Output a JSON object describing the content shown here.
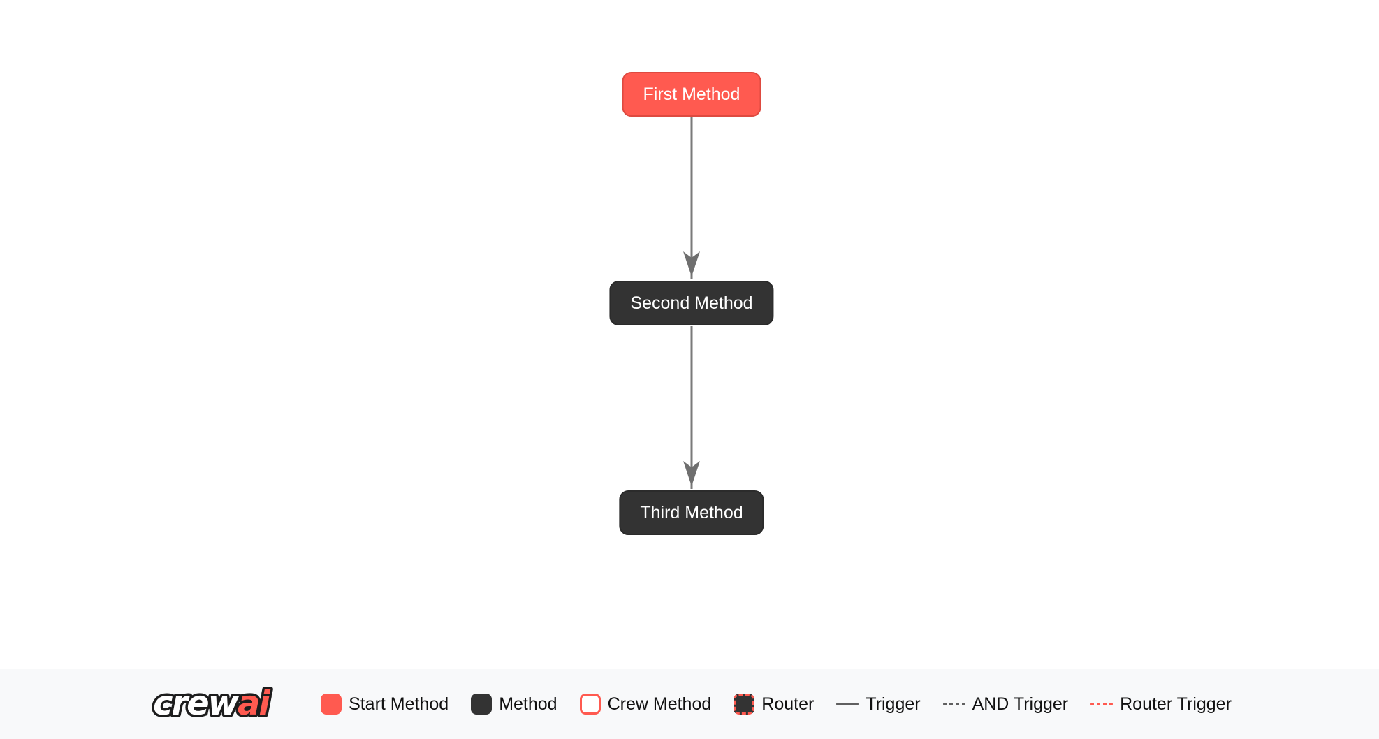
{
  "colors": {
    "accent-red": "#FF5A50",
    "accent-red-border": "#DE4A40",
    "node-dark": "#333333",
    "node-dark-border": "#2B2B2B",
    "node-text": "#FFFFFF",
    "edge-gray": "#7A7A7A",
    "arrowhead-gray": "#6F6F6F",
    "legend-bg": "#F8F9FA",
    "legend-line-gray": "#606060",
    "text-dark": "#111111"
  },
  "diagram": {
    "type": "flow",
    "nodes": [
      {
        "id": "first_method",
        "label": "First Method",
        "type": "start"
      },
      {
        "id": "second_method",
        "label": "Second Method",
        "type": "method"
      },
      {
        "id": "third_method",
        "label": "Third Method",
        "type": "method"
      }
    ],
    "edges": [
      {
        "from": "first_method",
        "to": "second_method",
        "type": "trigger"
      },
      {
        "from": "second_method",
        "to": "third_method",
        "type": "trigger"
      }
    ]
  },
  "legend": {
    "logo": {
      "crew": "crew",
      "ai": "ai"
    },
    "items": [
      {
        "label": "Start Method",
        "swatch": "start-method-swatch"
      },
      {
        "label": "Method",
        "swatch": "method-swatch"
      },
      {
        "label": "Crew Method",
        "swatch": "crew-method-swatch"
      },
      {
        "label": "Router",
        "swatch": "router-swatch"
      },
      {
        "label": "Trigger",
        "swatch": "trigger-line-swatch"
      },
      {
        "label": "AND Trigger",
        "swatch": "and-trigger-line-swatch"
      },
      {
        "label": "Router Trigger",
        "swatch": "router-trigger-line-swatch"
      }
    ]
  }
}
